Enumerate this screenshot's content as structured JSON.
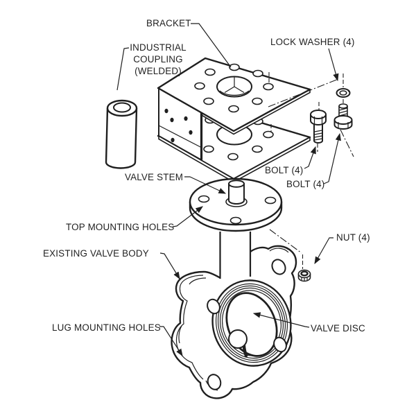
{
  "diagram": {
    "colors": {
      "line": "#1f1f1f",
      "background": "#ffffff"
    },
    "parts": [
      {
        "id": "bracket",
        "label": "BRACKET"
      },
      {
        "id": "industrial-coupling",
        "label": "INDUSTRIAL COUPLING (WELDED)",
        "label_lines": [
          "INDUSTRIAL",
          "COUPLING",
          "(WELDED)"
        ]
      },
      {
        "id": "lock-washer",
        "label": "LOCK WASHER (4)"
      },
      {
        "id": "valve-stem",
        "label": "VALVE STEM"
      },
      {
        "id": "bolt-upper",
        "label": "BOLT (4)"
      },
      {
        "id": "bolt-lower",
        "label": "BOLT (4)"
      },
      {
        "id": "top-mounting-holes",
        "label": "TOP MOUNTING HOLES"
      },
      {
        "id": "nut",
        "label": "NUT (4)"
      },
      {
        "id": "existing-valve-body",
        "label": "EXISTING VALVE BODY"
      },
      {
        "id": "lug-mounting-holes",
        "label": "LUG MOUNTING HOLES"
      },
      {
        "id": "valve-disc",
        "label": "VALVE DISC"
      }
    ]
  }
}
